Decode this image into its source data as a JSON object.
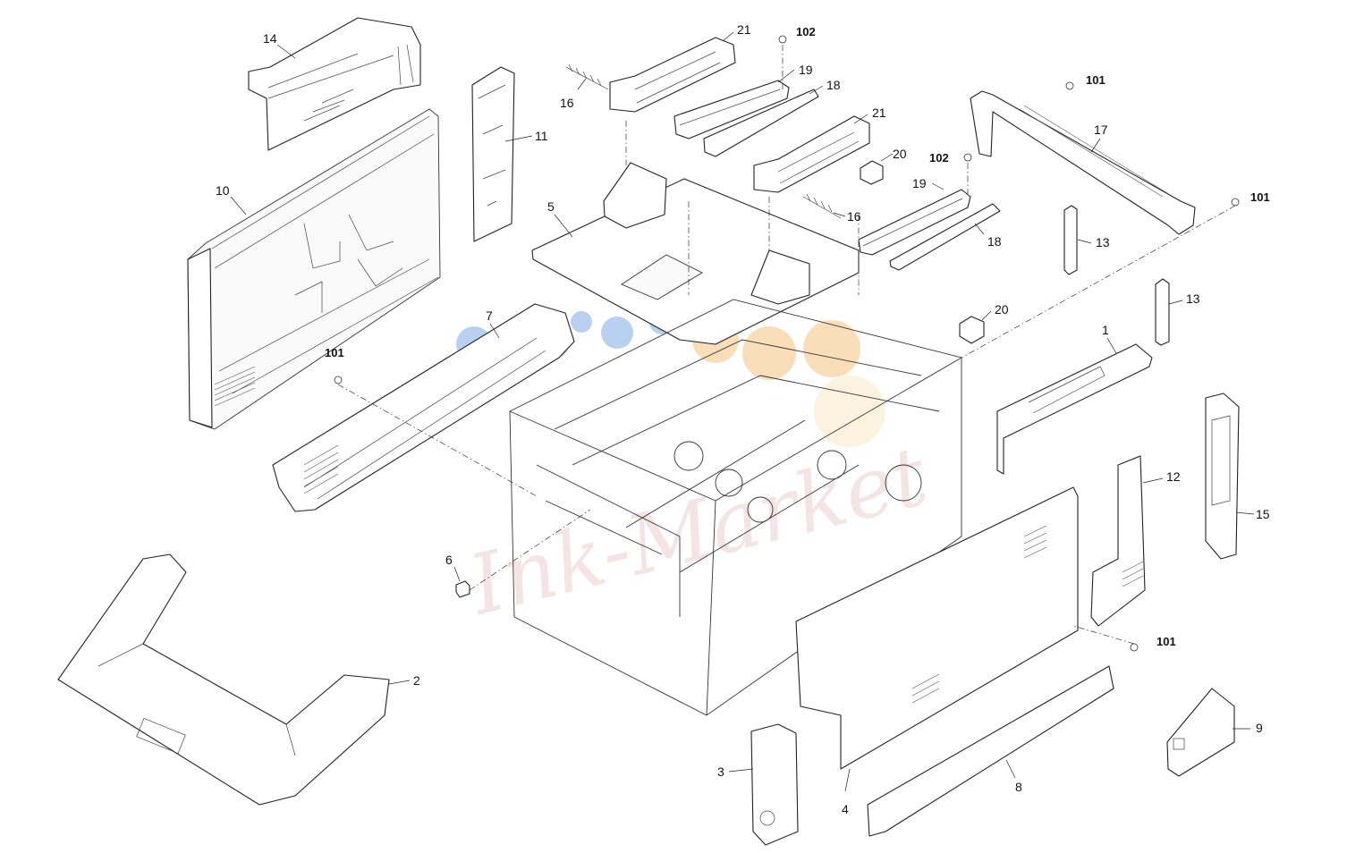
{
  "diagram": {
    "callouts": [
      {
        "id": "c14",
        "label": "14"
      },
      {
        "id": "c10",
        "label": "10"
      },
      {
        "id": "c11",
        "label": "11"
      },
      {
        "id": "c16a",
        "label": "16"
      },
      {
        "id": "c21a",
        "label": "21"
      },
      {
        "id": "c102a",
        "label": "102"
      },
      {
        "id": "c19a",
        "label": "19"
      },
      {
        "id": "c18a",
        "label": "18"
      },
      {
        "id": "c21b",
        "label": "21"
      },
      {
        "id": "c20a",
        "label": "20"
      },
      {
        "id": "c102b",
        "label": "102"
      },
      {
        "id": "c19b",
        "label": "19"
      },
      {
        "id": "c16b",
        "label": "16"
      },
      {
        "id": "c18b",
        "label": "18"
      },
      {
        "id": "c5",
        "label": "5"
      },
      {
        "id": "c101a",
        "label": "101"
      },
      {
        "id": "c17",
        "label": "17"
      },
      {
        "id": "c101b",
        "label": "101"
      },
      {
        "id": "c13a",
        "label": "13"
      },
      {
        "id": "c13b",
        "label": "13"
      },
      {
        "id": "c20b",
        "label": "20"
      },
      {
        "id": "c7",
        "label": "7"
      },
      {
        "id": "c101c",
        "label": "101"
      },
      {
        "id": "c1",
        "label": "1"
      },
      {
        "id": "c12",
        "label": "12"
      },
      {
        "id": "c15",
        "label": "15"
      },
      {
        "id": "c6",
        "label": "6"
      },
      {
        "id": "c2",
        "label": "2"
      },
      {
        "id": "c101d",
        "label": "101"
      },
      {
        "id": "c9",
        "label": "9"
      },
      {
        "id": "c3",
        "label": "3"
      },
      {
        "id": "c4",
        "label": "4"
      },
      {
        "id": "c8",
        "label": "8"
      }
    ],
    "watermark": "Ink-Market"
  }
}
